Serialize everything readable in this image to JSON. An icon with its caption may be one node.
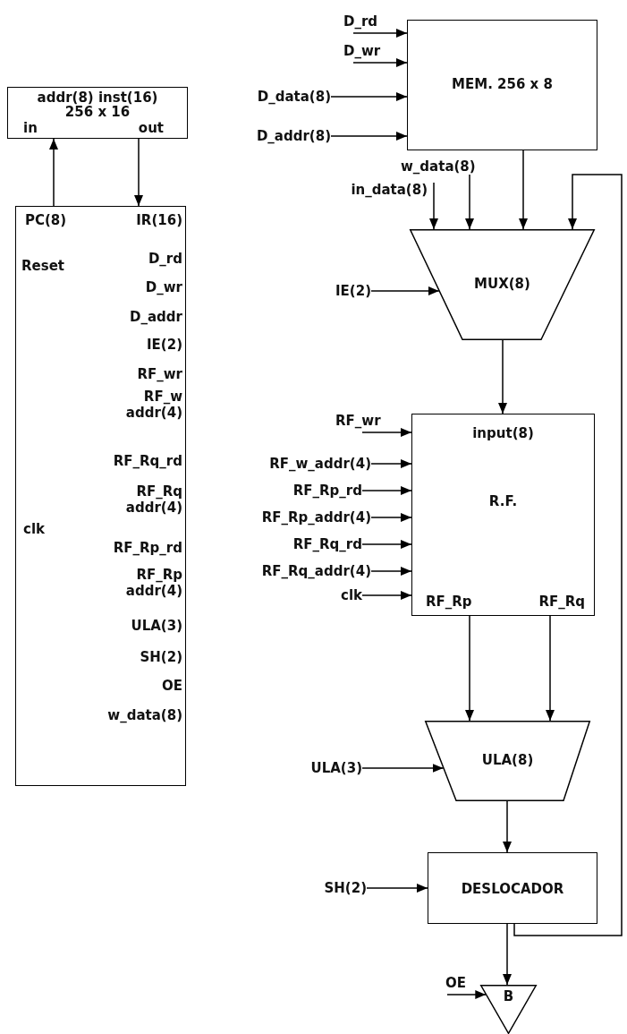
{
  "diagram": {
    "nodes": [
      {
        "text": [
          "addr(8) inst(16)",
          "256 x 16",
          "in",
          "out"
        ]
      },
      {
        "text": [
          "PC(8)",
          "IR(16)",
          "Reset",
          "D_rd",
          "D_wr",
          "D_addr",
          "IE(2)",
          "RF_wr",
          "RF_w addr(4)",
          "RF_Rq_rd",
          "RF_Rq addr(4)",
          "clk",
          "RF_Rp_rd",
          "RF_Rp addr(4)",
          "ULA(3)",
          "SH(2)",
          "OE",
          "w_data(8)"
        ]
      },
      {
        "text": [
          "D_rd"
        ]
      },
      {
        "text": [
          "D_wr"
        ]
      },
      {
        "text": [
          "D_data(8)"
        ]
      },
      {
        "text": [
          "D_addr(8)"
        ]
      },
      {
        "text": [
          "MEM. 256 x 8"
        ]
      },
      {
        "text": [
          "w_data(8)"
        ]
      },
      {
        "text": [
          "in_data(8)"
        ]
      },
      {
        "text": [
          "MUX(8)"
        ]
      },
      {
        "text": [
          "IE(2)"
        ]
      },
      {
        "text": [
          "RF_wr"
        ]
      },
      {
        "text": [
          "RF_w_addr(4)"
        ]
      },
      {
        "text": [
          "RF_Rp_rd"
        ]
      },
      {
        "text": [
          "RF_Rp_addr(4)"
        ]
      },
      {
        "text": [
          "RF_Rq_rd"
        ]
      },
      {
        "text": [
          "RF_Rq_addr(4)"
        ]
      },
      {
        "text": [
          "clk"
        ]
      },
      {
        "text": [
          "input(8)",
          "R.F.",
          "RF_Rp",
          "RF_Rq"
        ]
      },
      {
        "text": [
          "ULA(3)"
        ]
      },
      {
        "text": [
          "ULA(8)"
        ]
      },
      {
        "text": [
          "SH(2)"
        ]
      },
      {
        "text": [
          "DESLOCADOR"
        ]
      },
      {
        "text": [
          "OE"
        ]
      },
      {
        "text": [
          "B"
        ]
      }
    ],
    "edges": [
      {
        "from": 1,
        "to": 0,
        "arrow": "to"
      },
      {
        "from": 0,
        "to": 1,
        "arrow": "to"
      },
      {
        "from": 2,
        "to": 6,
        "arrow": "to"
      },
      {
        "from": 3,
        "to": 6,
        "arrow": "to"
      },
      {
        "from": 4,
        "to": 6,
        "arrow": "to"
      },
      {
        "from": 5,
        "to": 6,
        "arrow": "to"
      },
      {
        "from": 8,
        "to": 9,
        "arrow": "to"
      },
      {
        "from": 7,
        "to": 9,
        "arrow": "to"
      },
      {
        "from": 6,
        "to": 9,
        "arrow": "to"
      },
      {
        "from": 22,
        "to": 9,
        "arrow": "to"
      },
      {
        "from": 10,
        "to": 9,
        "arrow": "to"
      },
      {
        "from": 9,
        "to": 18,
        "arrow": "to"
      },
      {
        "from": 11,
        "to": 18,
        "arrow": "to"
      },
      {
        "from": 12,
        "to": 18,
        "arrow": "to"
      },
      {
        "from": 13,
        "to": 18,
        "arrow": "to"
      },
      {
        "from": 14,
        "to": 18,
        "arrow": "to"
      },
      {
        "from": 15,
        "to": 18,
        "arrow": "to"
      },
      {
        "from": 16,
        "to": 18,
        "arrow": "to"
      },
      {
        "from": 17,
        "to": 18,
        "arrow": "to"
      },
      {
        "from": 18,
        "to": 20,
        "arrow": "to"
      },
      {
        "from": 18,
        "to": 20,
        "arrow": "to"
      },
      {
        "from": 19,
        "to": 20,
        "arrow": "to"
      },
      {
        "from": 20,
        "to": 22,
        "arrow": "to"
      },
      {
        "from": 21,
        "to": 22,
        "arrow": "to"
      },
      {
        "from": 22,
        "to": 24,
        "arrow": "to"
      },
      {
        "from": 23,
        "to": 24,
        "arrow": "to"
      }
    ]
  }
}
